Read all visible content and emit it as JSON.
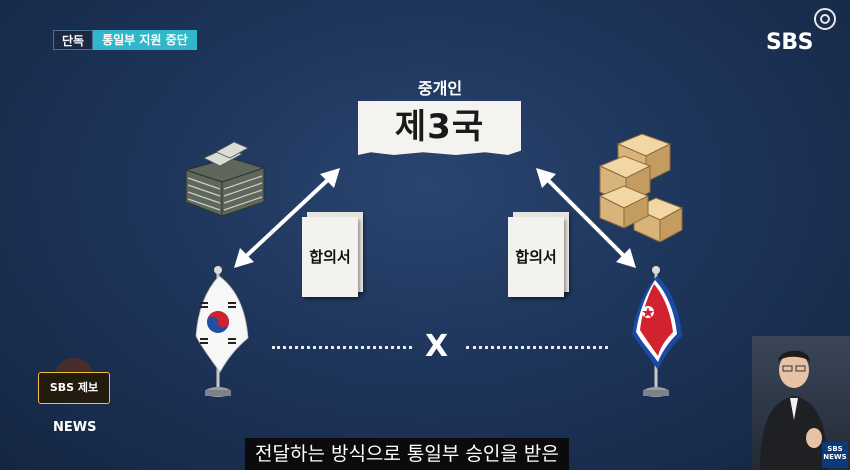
{
  "badge": {
    "exclusive": "단독",
    "headline": "통일부 지원 중단"
  },
  "broadcaster": {
    "logo": "SBS"
  },
  "diagram": {
    "mediator_label": "중개인",
    "third_country": "제3국",
    "left_document": "합의서",
    "right_document": "합의서",
    "no_direct_link": "X"
  },
  "report_button": {
    "label": "SBS 제보"
  },
  "news_label": "NEWS",
  "subtitle": "전달하는 방식으로 통일부 승인을 받은",
  "sign_logo": {
    "line1": "SBS",
    "line2": "NEWS"
  },
  "colors": {
    "background": "#1e355b",
    "badge_cyan": "#2fb8c9",
    "report_border": "#f2c230"
  }
}
